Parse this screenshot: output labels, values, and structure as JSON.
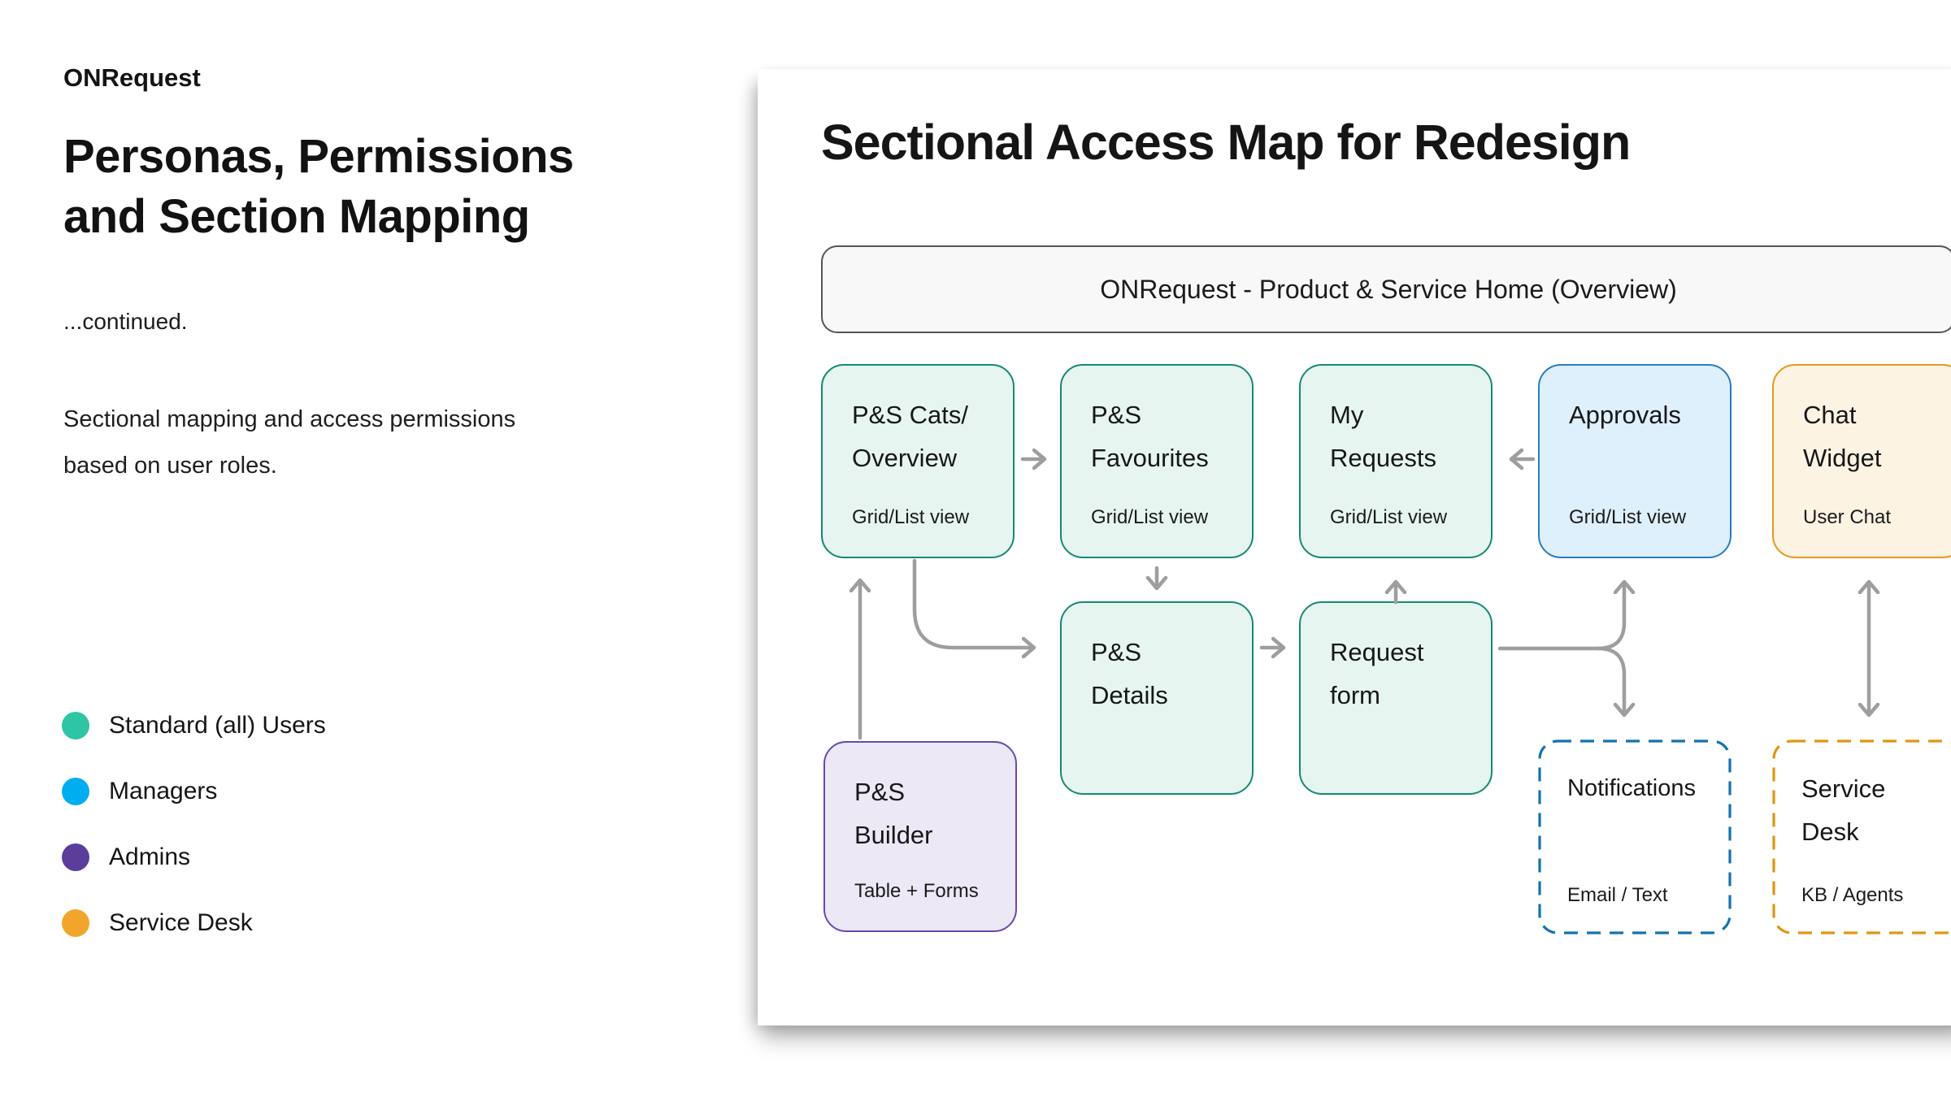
{
  "left_panel": {
    "brand": "ONRequest",
    "heading": "Personas, Permissions\nand Section Mapping",
    "continued": "...continued.",
    "description": "Sectional mapping and access permissions\nbased on user roles.",
    "legend": {
      "items": [
        {
          "label": "Standard (all) Users",
          "color": "#2EC4A6"
        },
        {
          "label": "Managers",
          "color": "#00AEEF"
        },
        {
          "label": "Admins",
          "color": "#5B3D9C"
        },
        {
          "label": "Service Desk",
          "color": "#F2A52B"
        }
      ]
    }
  },
  "canvas": {
    "title": "Sectional Access Map for Redesign",
    "banner": {
      "label": "ONRequest - Product & Service Home (Overview)"
    },
    "nodes": {
      "cats": {
        "title": "P&S Cats/\nOverview",
        "subtitle": "Grid/List view"
      },
      "favourites": {
        "title": "P&S\nFavourites",
        "subtitle": "Grid/List view"
      },
      "my_requests": {
        "title": "My\nRequests",
        "subtitle": "Grid/List view"
      },
      "approvals": {
        "title": "Approvals",
        "subtitle": "Grid/List view"
      },
      "chat_widget": {
        "title": "Chat\nWidget",
        "subtitle": "User Chat"
      },
      "ps_details": {
        "title": "P&S\nDetails",
        "subtitle": ""
      },
      "request_form": {
        "title": "Request\nform",
        "subtitle": ""
      },
      "ps_builder": {
        "title": "P&S\nBuilder",
        "subtitle": "Table + Forms"
      },
      "notifications": {
        "title": "Notifications",
        "subtitle": "Email / Text"
      },
      "service_desk": {
        "title": "Service\nDesk",
        "subtitle": "KB / Agents"
      }
    }
  },
  "palette": {
    "standard_fill": "#E6F5F0",
    "standard_border": "#158A74",
    "managers_fill": "#DEF0FB",
    "managers_border": "#2A7CC0",
    "service_fill": "#FDF3E3",
    "service_border": "#E39A1C",
    "admins_fill": "#ECE8F6",
    "admins_border": "#6749AE",
    "dashed_blue": "#1473AD",
    "dashed_orange": "#DF9713",
    "arrow_gray": "#9E9E9E",
    "banner_fill": "#F8F8F8",
    "banner_border": "#555555"
  }
}
